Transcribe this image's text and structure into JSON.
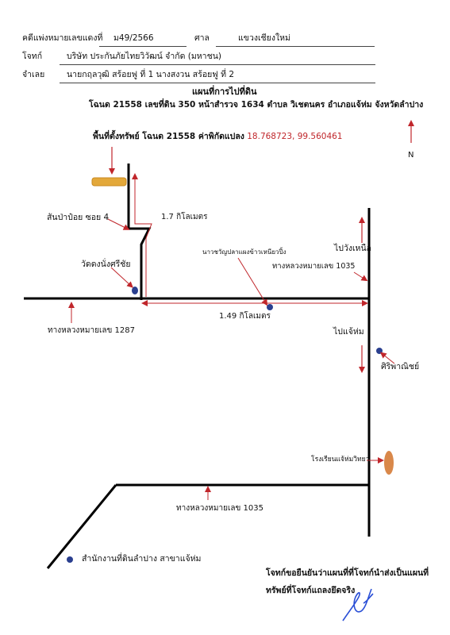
{
  "header": {
    "case_label": "คดีแพ่งหมายเลขแดงที่",
    "case_number": "ม49/2566",
    "court_label": "ศาล",
    "court_name": "แขวงเชียงใหม่",
    "plaintiff_label": "โจทก์",
    "plaintiff_name": "บริษัท ประกันภัยไทยวิวัฒน์ จำกัด (มหาชน)",
    "defendant_label": "จำเลย",
    "defendant_names": "นายกฤลวุฒิ สร้อยฟู ที่ 1 นางสงวน สร้อยฟู ที่ 2"
  },
  "title": {
    "main": "แผนที่การไปที่ดิน",
    "subtitle": "โฉนด 21558 เลขที่ดิน 350 หน้าสำรวจ 1634 ตำบล วิเชตนคร อำเภอแจ้ห่ม จังหวัดลำปาง"
  },
  "location": {
    "label": "พื้นที่ตั้งทรัพย์ โฉนด 21558 ค่าพิกัดแปลง",
    "coordinates": "18.768723, 99.560461"
  },
  "map_labels": {
    "distance_vertical": "1.7 กิโลเมตร",
    "distance_horizontal": "1.49 กิโลเมตร",
    "soi": "สันป่าป๋อย ซอย 4",
    "temple": "วัดดงนั่งศรีชัย",
    "school_north": "นาวชวัญปลาแผงข้าวเหนียวปิ้ง",
    "to_wang_nuea": "ไปวังเหนือ",
    "highway_1035_top": "ทางหลวงหมายเลข 1035",
    "highway_1287": "ทางหลวงหมายเลข 1287",
    "to_chae_hom": "ไปแจ้ห่ม",
    "siri_shop": "ศิริพาณิชย์",
    "school": "โรงเรียนแจ้ห่มวิทยา",
    "highway_1035_bottom": "ทางหลวงหมายเลข 1035",
    "land_office": "สำนักงานที่ดินลำปาง สาขาแจ้ห่ม",
    "north": "N"
  },
  "footer": {
    "certify_line1": "โจทก์ขอยืนยันว่าแผนที่ที่โจทก์นำส่งเป็นแผนที่",
    "certify_line2": "ทรัพย์ที่โจทก์แถลงยึดจริง"
  },
  "colors": {
    "road": "#000000",
    "arrow": "#c0262b",
    "marker": "#2a3f8f",
    "parcel": "#e3a83a",
    "school_marker": "#d9884a",
    "signature": "#2a4fd6"
  }
}
